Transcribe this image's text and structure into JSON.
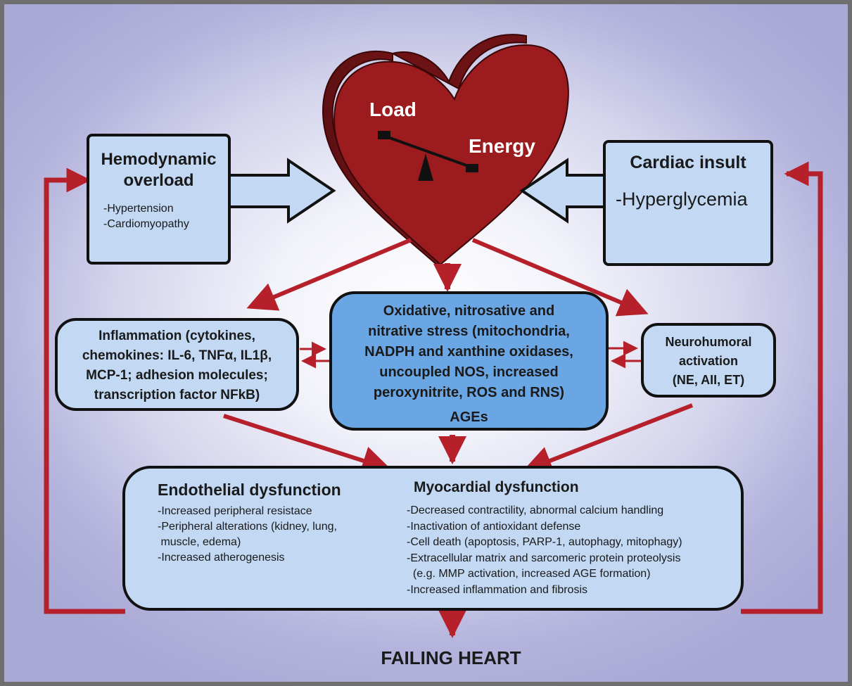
{
  "heart": {
    "load_label": "Load",
    "energy_label": "Energy"
  },
  "hemodynamic": {
    "title_line1": "Hemodynamic",
    "title_line2": "overload",
    "items": [
      "-Hypertension",
      "-Cardiomyopathy"
    ]
  },
  "cardiac_insult": {
    "title": "Cardiac insult",
    "items": [
      "-Hyperglycemia"
    ]
  },
  "inflammation": {
    "lines": [
      "Inflammation (cytokines,",
      "chemokines: IL-6, TNFα, IL1β,",
      "MCP-1; adhesion molecules;",
      "transcription factor NFkB)"
    ]
  },
  "oxidative": {
    "lines": [
      "Oxidative, nitrosative and",
      "nitrative stress (mitochondria,",
      "NADPH and xanthine oxidases,",
      "uncoupled NOS, increased",
      "peroxynitrite, ROS and RNS)",
      "AGEs"
    ]
  },
  "neurohumoral": {
    "lines": [
      "Neurohumoral",
      "activation",
      "(NE, AII, ET)"
    ]
  },
  "endothelial": {
    "title": "Endothelial dysfunction",
    "items": [
      "-Increased peripheral resistace",
      "-Peripheral alterations (kidney, lung,",
      " muscle, edema)",
      "-Increased atherogenesis"
    ]
  },
  "myocardial": {
    "title": "Myocardial dysfunction",
    "items": [
      "-Decreased contractility, abnormal calcium handling",
      "-Inactivation of antioxidant defense",
      "-Cell death (apoptosis, PARP-1, autophagy, mitophagy)",
      "-Extracellular matrix and sarcomeric protein proteolysis",
      "  (e.g. MMP activation, increased AGE formation)",
      "-Increased inflammation and fibrosis"
    ]
  },
  "outcome": {
    "label": "FAILING HEART"
  },
  "colors": {
    "arrow_red": "#b5202b",
    "heart_red": "#9b1b1f",
    "box_light_blue": "#c2d8f3",
    "box_mid_blue": "#6aa6e3"
  }
}
